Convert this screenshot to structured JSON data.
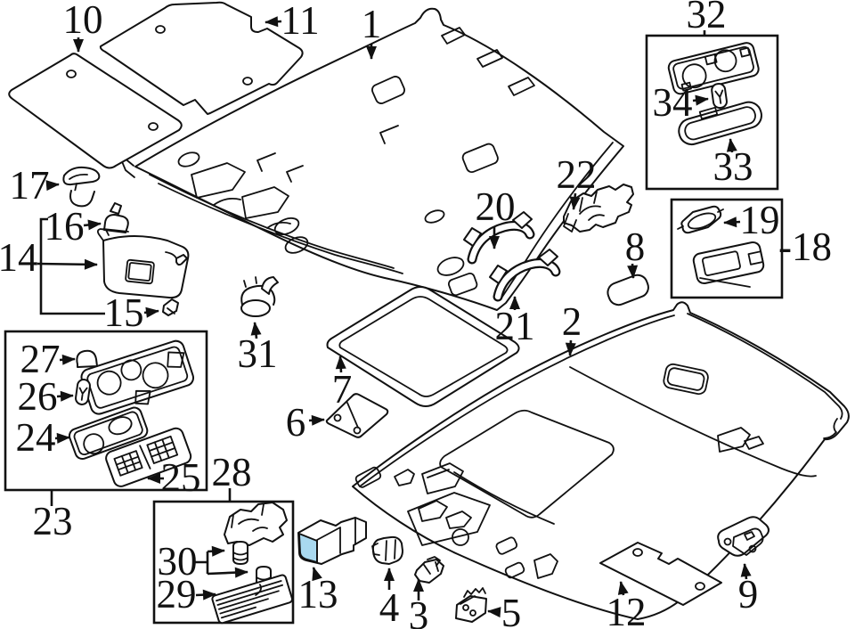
{
  "figure": {
    "background_color": "#ffffff",
    "line_color": "#111111",
    "highlight_color": "#a9d9f0",
    "selected_callout": "13"
  },
  "callouts": {
    "1": {
      "label": "1"
    },
    "2": {
      "label": "2"
    },
    "3": {
      "label": "3"
    },
    "4": {
      "label": "4"
    },
    "5": {
      "label": "5"
    },
    "6": {
      "label": "6"
    },
    "7": {
      "label": "7"
    },
    "8": {
      "label": "8"
    },
    "9": {
      "label": "9"
    },
    "10": {
      "label": "10"
    },
    "11": {
      "label": "11"
    },
    "12": {
      "label": "12"
    },
    "13": {
      "label": "13"
    },
    "14": {
      "label": "14"
    },
    "15": {
      "label": "15"
    },
    "16": {
      "label": "16"
    },
    "17": {
      "label": "17"
    },
    "18": {
      "label": "-18"
    },
    "19": {
      "label": "19"
    },
    "20": {
      "label": "20"
    },
    "21": {
      "label": "21"
    },
    "22": {
      "label": "22"
    },
    "23": {
      "label": "23"
    },
    "24": {
      "label": "24"
    },
    "25": {
      "label": "25"
    },
    "26": {
      "label": "26"
    },
    "27": {
      "label": "27"
    },
    "28": {
      "label": "28"
    },
    "29": {
      "label": "29"
    },
    "30": {
      "label": "30"
    },
    "31": {
      "label": "31"
    },
    "32": {
      "label": "32"
    },
    "33": {
      "label": "33"
    },
    "34": {
      "label": "34"
    }
  }
}
